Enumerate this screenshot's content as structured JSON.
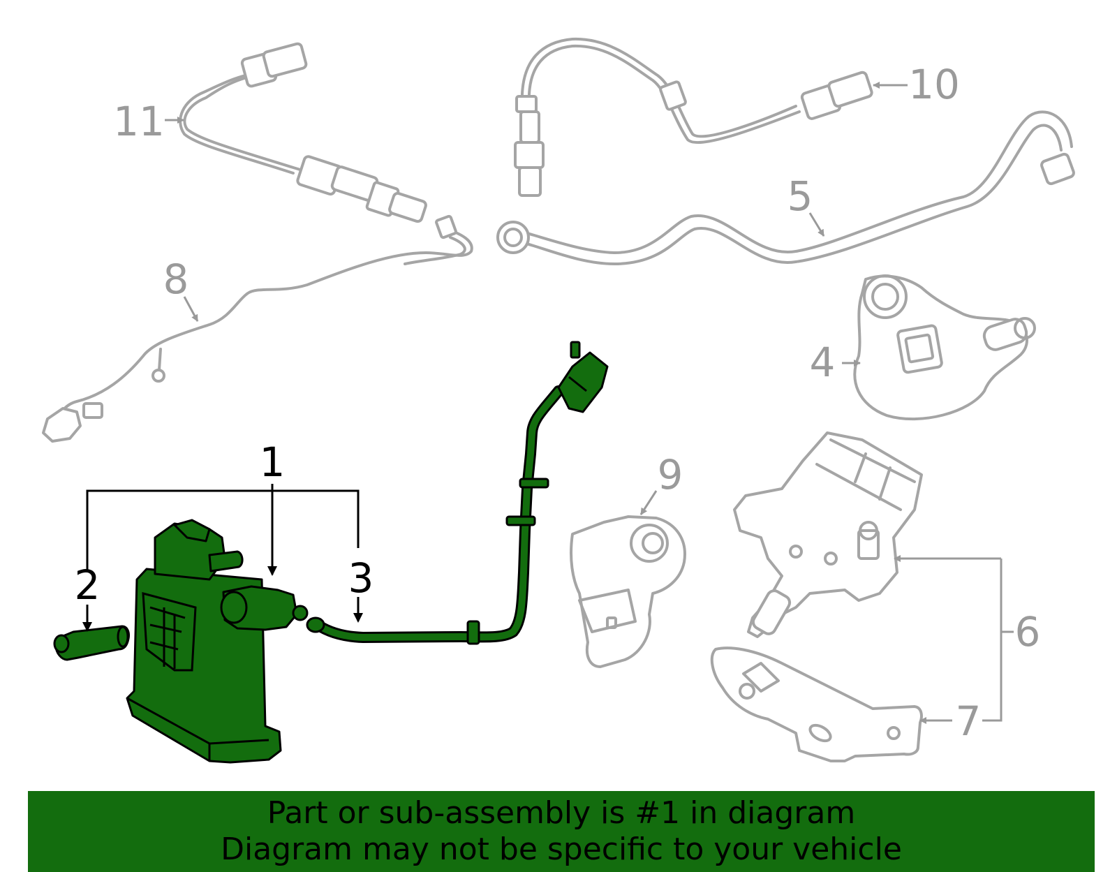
{
  "callouts": {
    "c1": "1",
    "c2": "2",
    "c3": "3",
    "c4": "4",
    "c5": "5",
    "c6": "6",
    "c7": "7",
    "c8": "8",
    "c9": "9",
    "c10": "10",
    "c11": "11"
  },
  "banner": {
    "line1": "Part or sub-assembly is #1 in diagram",
    "line2": "Diagram may not be specific to your vehicle"
  },
  "colors": {
    "highlight": "#136d0e",
    "ghost": "#a5a5a5",
    "label_grey": "#9a9a9a",
    "outline": "#000000"
  }
}
